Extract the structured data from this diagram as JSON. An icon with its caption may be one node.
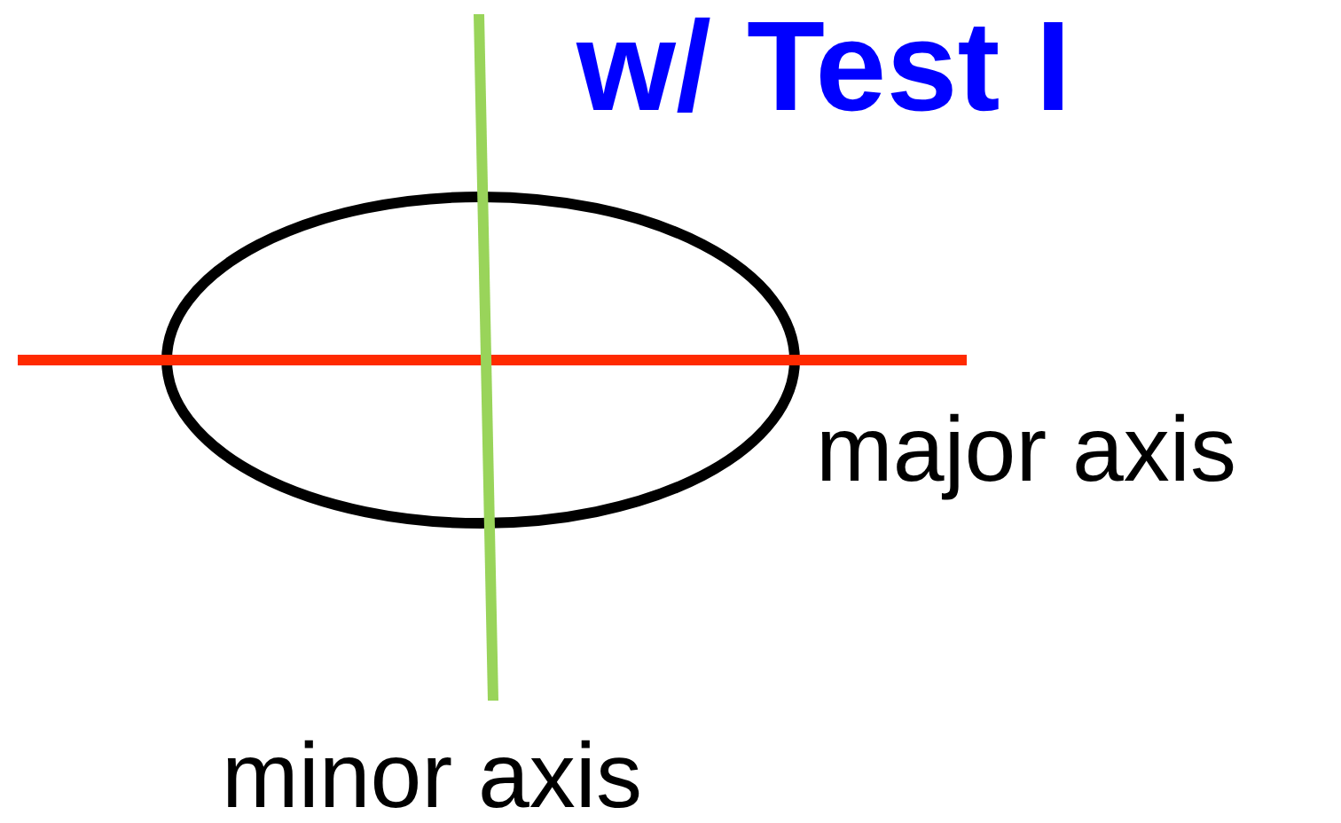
{
  "diagram": {
    "title": "w/ Test I",
    "labels": [
      "major axis",
      "minor axis"
    ]
  }
}
